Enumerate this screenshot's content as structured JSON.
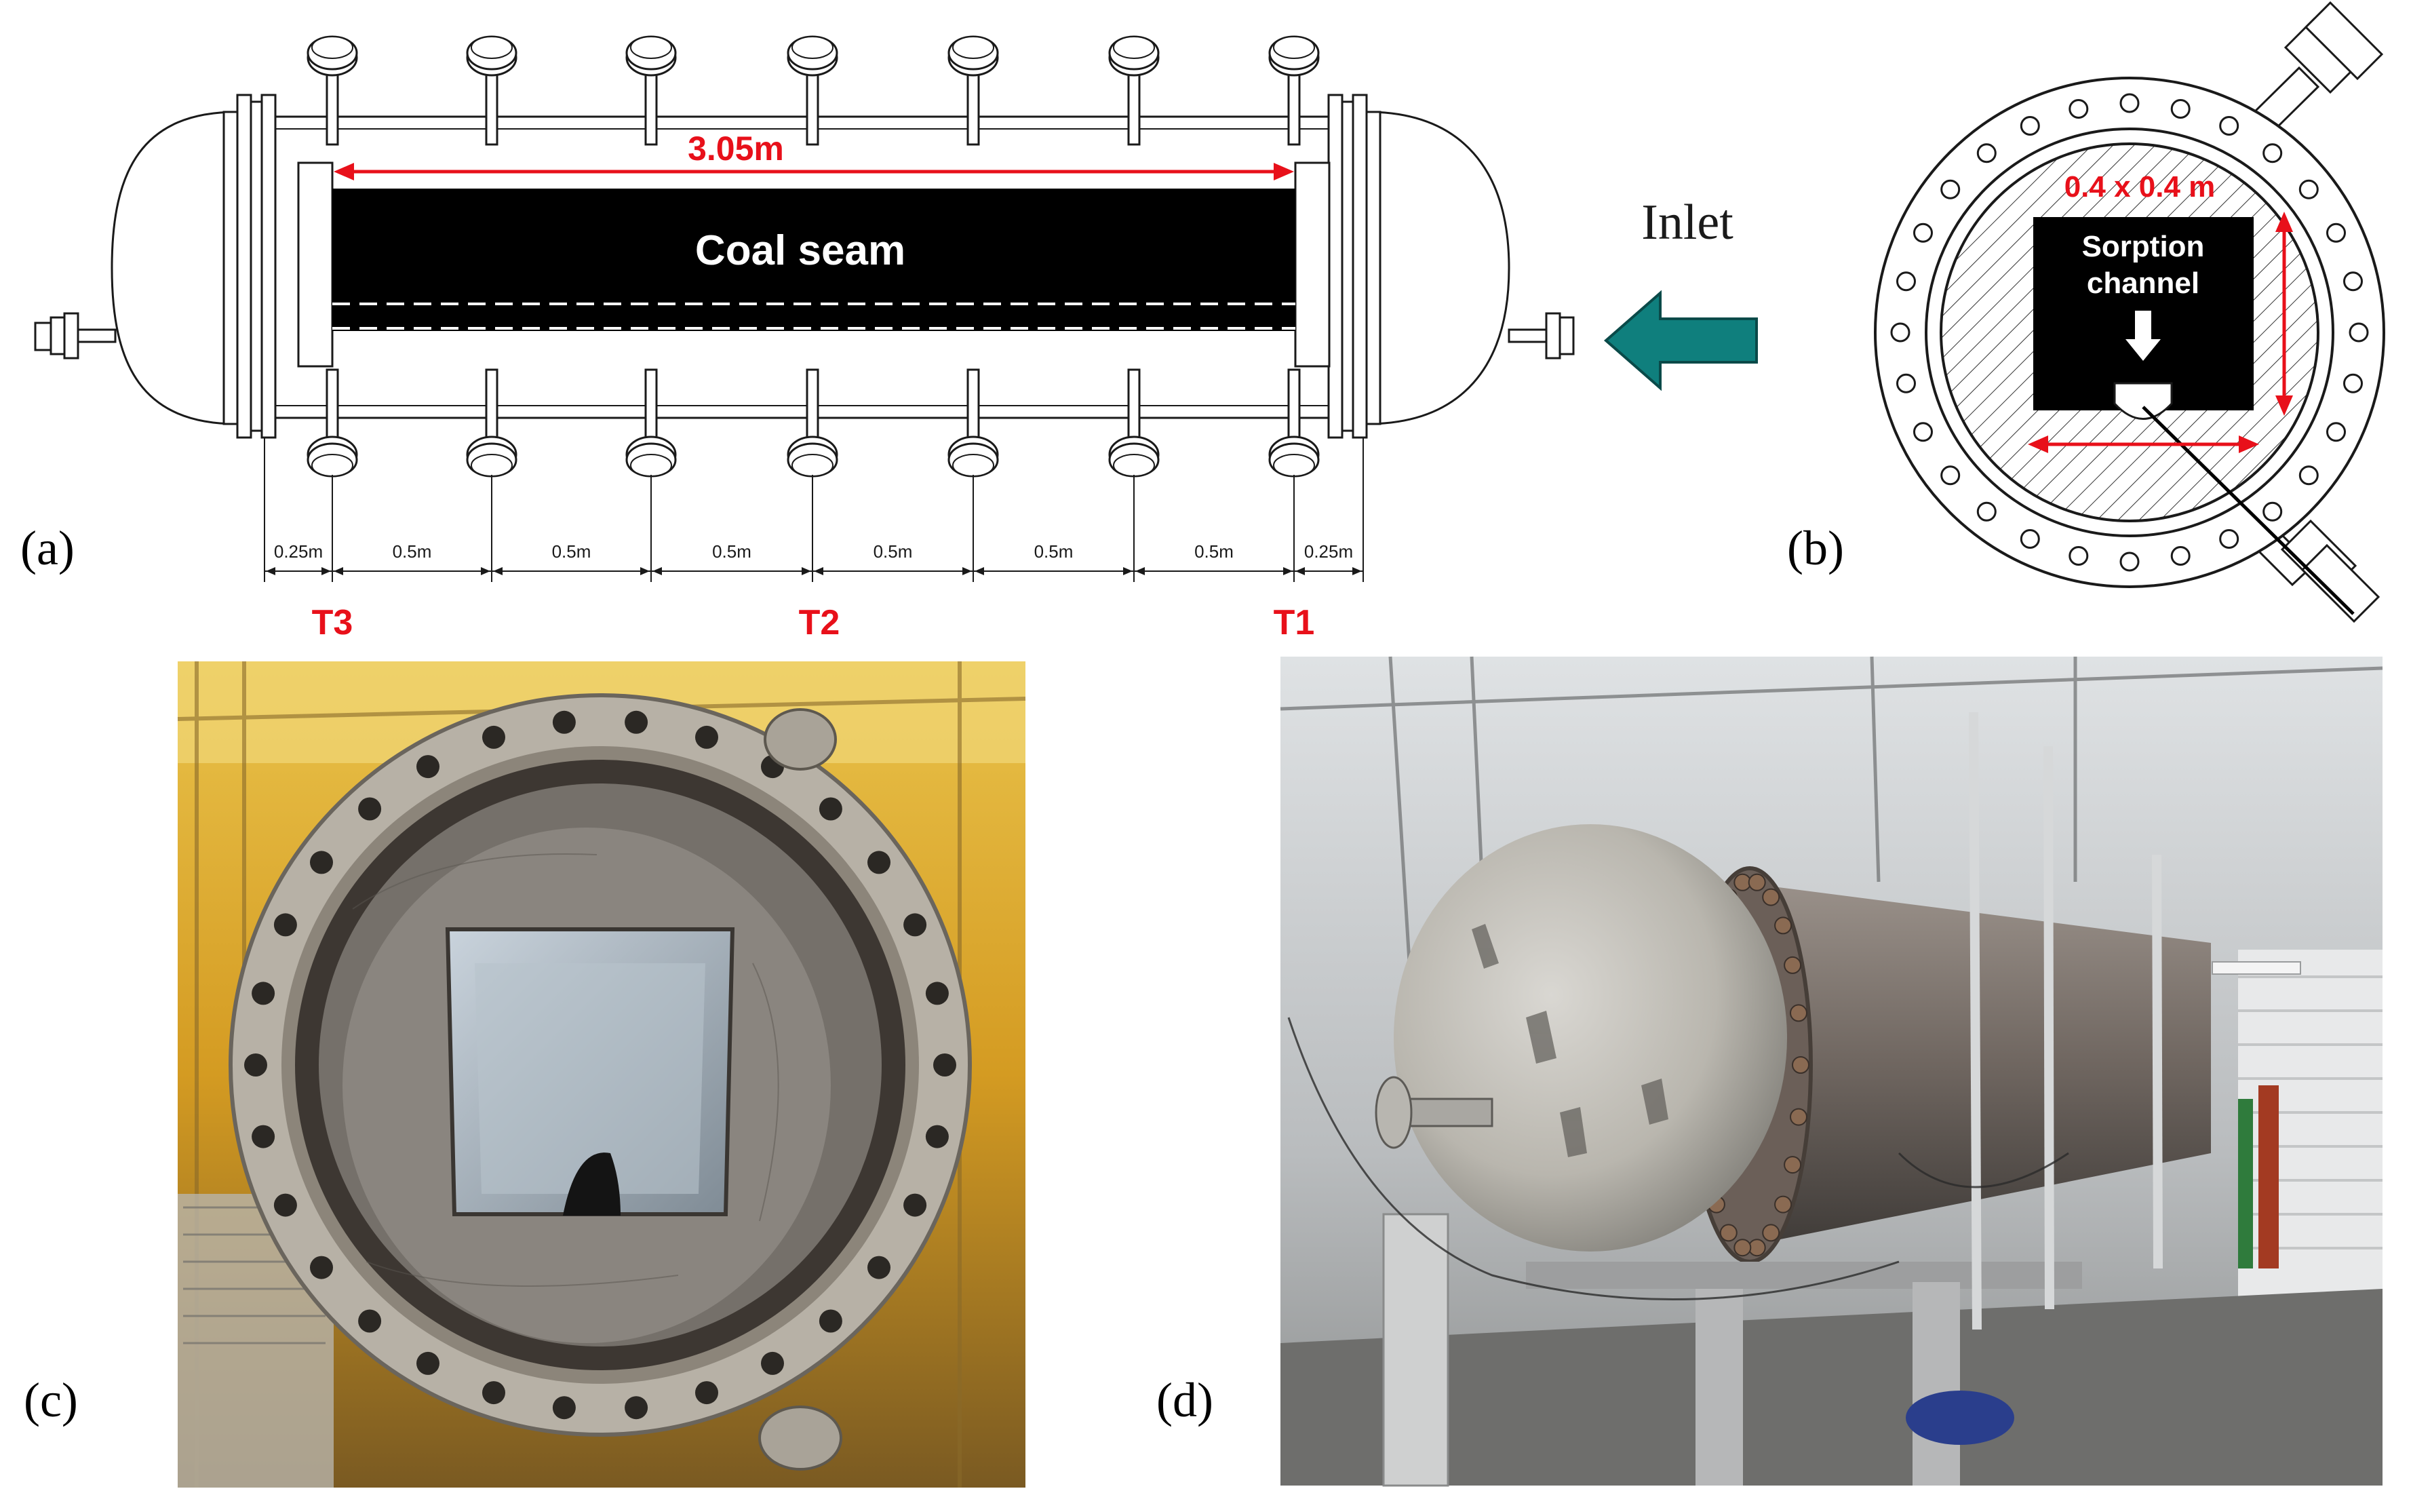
{
  "panel_a": {
    "label": "(a)",
    "length_label": "3.05m",
    "seam_label": "Coal seam",
    "inlet_label": "Inlet",
    "segments": [
      "0.25m",
      "0.5m",
      "0.5m",
      "0.5m",
      "0.5m",
      "0.5m",
      "0.5m",
      "0.25m"
    ],
    "stations": [
      "T3",
      "T2",
      "T1"
    ]
  },
  "panel_b": {
    "label": "(b)",
    "size_label": "0.4 x 0.4 m",
    "channel_line1": "Sorption",
    "channel_line2": "channel"
  },
  "panel_c": {
    "label": "(c)"
  },
  "panel_d": {
    "label": "(d)"
  },
  "colors": {
    "dimension_red": "#e8101a",
    "inlet_arrow": "#0f7f7d",
    "coal": "#000000",
    "line": "#1a1a1a"
  }
}
